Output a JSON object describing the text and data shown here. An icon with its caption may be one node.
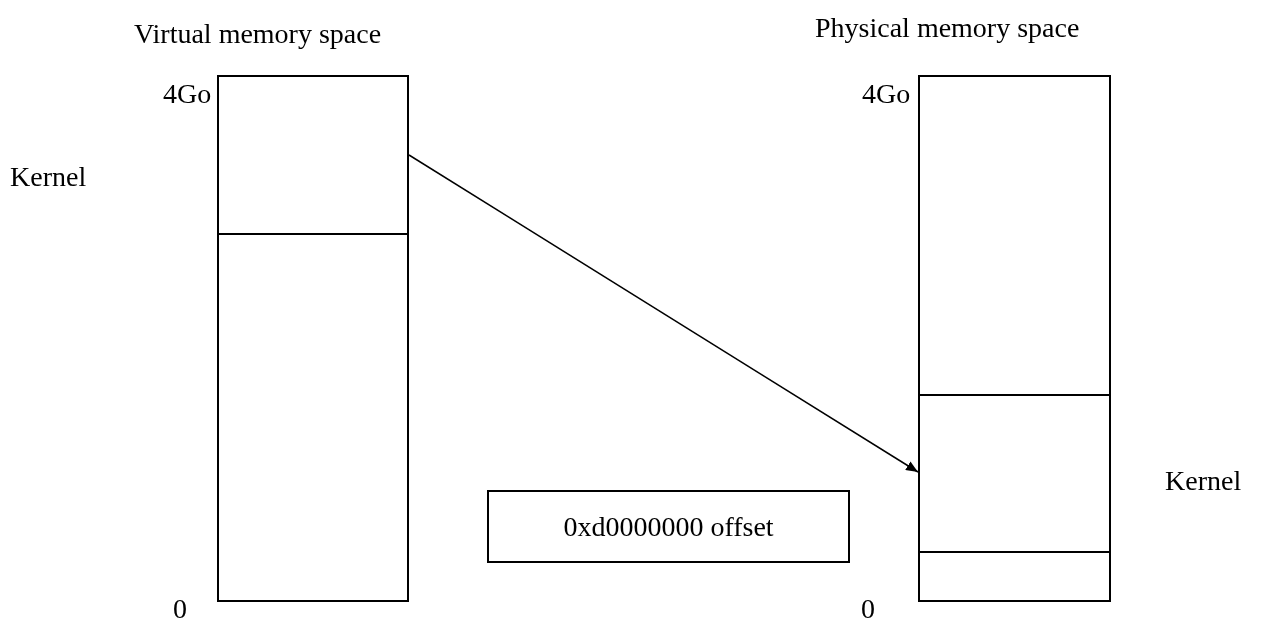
{
  "diagram": {
    "nodes": [
      {
        "text": [
          "Virtual memory space"
        ]
      },
      {
        "text": [],
        "shape": "box",
        "in": 0
      },
      {
        "text": [
          "Physical memory space"
        ]
      },
      {
        "text": [],
        "shape": "box",
        "in": 2
      },
      {
        "text": [
          "0xd0000000 offset"
        ]
      }
    ],
    "edges": [
      {
        "from": 1,
        "to": 3,
        "arrow": "to"
      }
    ],
    "labels": [
      "4Go",
      "4Go",
      "Kernel",
      "Kernel",
      "0",
      "0"
    ]
  }
}
